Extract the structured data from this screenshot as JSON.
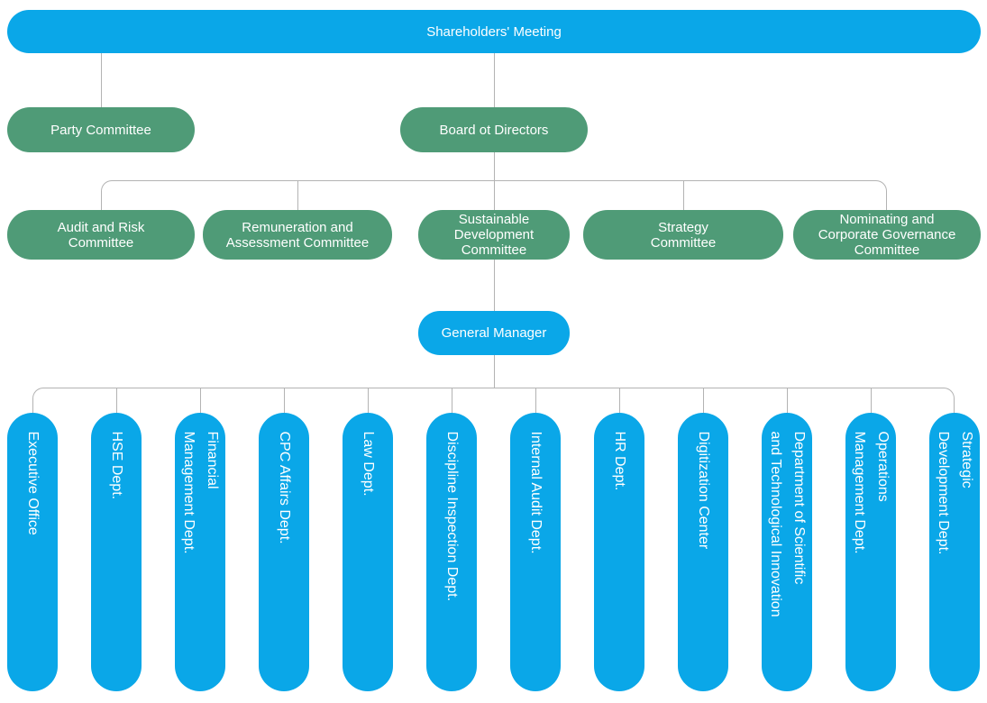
{
  "colors": {
    "node_blue": "#0aa7e8",
    "node_green": "#4f9b77",
    "connector_gray": "#b3b3b3",
    "text_white": "#ffffff"
  },
  "org_chart": {
    "root": {
      "label": "Shareholders' Meeting"
    },
    "level2": [
      {
        "label": "Party Committee"
      },
      {
        "label": "Board ot Directors"
      }
    ],
    "committees": [
      {
        "label": "Audit and Risk\nCommittee"
      },
      {
        "label": "Remuneration and\nAssessment Committee"
      },
      {
        "label": "Sustainable\nDevelopment\nCommittee"
      },
      {
        "label": "Strategy\nCommittee"
      },
      {
        "label": "Nominating and\nCorporate Governance\nCommittee"
      }
    ],
    "general_manager": {
      "label": "General Manager"
    },
    "departments": [
      {
        "label": "Executive Office"
      },
      {
        "label": "HSE Dept."
      },
      {
        "label": "Financial\nManagement Dept."
      },
      {
        "label": "CPC Affairs Dept."
      },
      {
        "label": "Law Dept."
      },
      {
        "label": "Discipline Inspection Dept."
      },
      {
        "label": "Internal Audit Dept."
      },
      {
        "label": "HR Dept."
      },
      {
        "label": "Digitization Center"
      },
      {
        "label": "Department of Scientific\nand Technological Innovation"
      },
      {
        "label": "Operations\nManagement Dept."
      },
      {
        "label": "Strategic\nDevelopment Dept."
      }
    ]
  }
}
